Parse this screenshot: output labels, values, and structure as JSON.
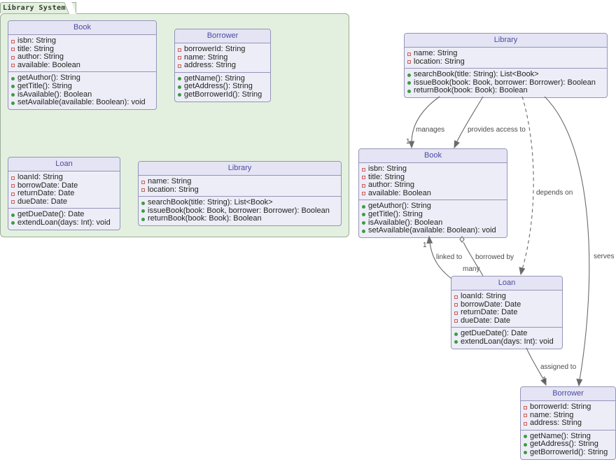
{
  "package": {
    "label": "Library System"
  },
  "classes": {
    "pkg_book": {
      "name": "Book",
      "attributes": [
        {
          "vis": "private",
          "text": "isbn: String"
        },
        {
          "vis": "private",
          "text": "title: String"
        },
        {
          "vis": "private",
          "text": "author: String"
        },
        {
          "vis": "private",
          "text": "available: Boolean"
        }
      ],
      "methods": [
        {
          "vis": "public",
          "text": "getAuthor(): String"
        },
        {
          "vis": "public",
          "text": "getTitle(): String"
        },
        {
          "vis": "public",
          "text": "isAvailable(): Boolean"
        },
        {
          "vis": "public",
          "text": "setAvailable(available: Boolean): void"
        }
      ]
    },
    "pkg_borrower": {
      "name": "Borrower",
      "attributes": [
        {
          "vis": "private",
          "text": "borrowerId: String"
        },
        {
          "vis": "private",
          "text": "name: String"
        },
        {
          "vis": "private",
          "text": "address: String"
        }
      ],
      "methods": [
        {
          "vis": "public",
          "text": "getName(): String"
        },
        {
          "vis": "public",
          "text": "getAddress(): String"
        },
        {
          "vis": "public",
          "text": "getBorrowerId(): String"
        }
      ]
    },
    "pkg_loan": {
      "name": "Loan",
      "attributes": [
        {
          "vis": "private",
          "text": "loanId: String"
        },
        {
          "vis": "private",
          "text": "borrowDate: Date"
        },
        {
          "vis": "private",
          "text": "returnDate: Date"
        },
        {
          "vis": "private",
          "text": "dueDate: Date"
        }
      ],
      "methods": [
        {
          "vis": "public",
          "text": "getDueDate(): Date"
        },
        {
          "vis": "public",
          "text": "extendLoan(days: Int): void"
        }
      ]
    },
    "pkg_library": {
      "name": "Library",
      "attributes": [
        {
          "vis": "private",
          "text": "name: String"
        },
        {
          "vis": "private",
          "text": "location: String"
        }
      ],
      "methods": [
        {
          "vis": "public",
          "text": "searchBook(title: String): List<Book>"
        },
        {
          "vis": "public",
          "text": "issueBook(book: Book, borrower: Borrower): Boolean"
        },
        {
          "vis": "public",
          "text": "returnBook(book: Book): Boolean"
        }
      ]
    },
    "rel_library": {
      "name": "Library",
      "attributes": [
        {
          "vis": "private",
          "text": "name: String"
        },
        {
          "vis": "private",
          "text": "location: String"
        }
      ],
      "methods": [
        {
          "vis": "public",
          "text": "searchBook(title: String): List<Book>"
        },
        {
          "vis": "public",
          "text": "issueBook(book: Book, borrower: Borrower): Boolean"
        },
        {
          "vis": "public",
          "text": "returnBook(book: Book): Boolean"
        }
      ]
    },
    "rel_book": {
      "name": "Book",
      "attributes": [
        {
          "vis": "private",
          "text": "isbn: String"
        },
        {
          "vis": "private",
          "text": "title: String"
        },
        {
          "vis": "private",
          "text": "author: String"
        },
        {
          "vis": "private",
          "text": "available: Boolean"
        }
      ],
      "methods": [
        {
          "vis": "public",
          "text": "getAuthor(): String"
        },
        {
          "vis": "public",
          "text": "getTitle(): String"
        },
        {
          "vis": "public",
          "text": "isAvailable(): Boolean"
        },
        {
          "vis": "public",
          "text": "setAvailable(available: Boolean): void"
        }
      ]
    },
    "rel_loan": {
      "name": "Loan",
      "attributes": [
        {
          "vis": "private",
          "text": "loanId: String"
        },
        {
          "vis": "private",
          "text": "borrowDate: Date"
        },
        {
          "vis": "private",
          "text": "returnDate: Date"
        },
        {
          "vis": "private",
          "text": "dueDate: Date"
        }
      ],
      "methods": [
        {
          "vis": "public",
          "text": "getDueDate(): Date"
        },
        {
          "vis": "public",
          "text": "extendLoan(days: Int): void"
        }
      ]
    },
    "rel_borrower": {
      "name": "Borrower",
      "attributes": [
        {
          "vis": "private",
          "text": "borrowerId: String"
        },
        {
          "vis": "private",
          "text": "name: String"
        },
        {
          "vis": "private",
          "text": "address: String"
        }
      ],
      "methods": [
        {
          "vis": "public",
          "text": "getName(): String"
        },
        {
          "vis": "public",
          "text": "getAddress(): String"
        },
        {
          "vis": "public",
          "text": "getBorrowerId(): String"
        }
      ]
    }
  },
  "edges": [
    {
      "id": "manages",
      "label": "manages",
      "multiplicity": "1",
      "style": "solid",
      "head": "arrow"
    },
    {
      "id": "provides-access-to",
      "label": "provides access to",
      "multiplicity": "",
      "style": "solid",
      "head": "arrow"
    },
    {
      "id": "depends-on",
      "label": "depends on",
      "multiplicity": "",
      "style": "dashed",
      "head": "arrow"
    },
    {
      "id": "serves",
      "label": "serves",
      "multiplicity": "",
      "style": "solid",
      "head": "arrow"
    },
    {
      "id": "linked-to",
      "label": "linked to",
      "multiplicity": "1",
      "style": "solid",
      "head": "arrow"
    },
    {
      "id": "borrowed-by",
      "label": "borrowed by",
      "multiplicity": "many",
      "style": "solid",
      "head": "diamond"
    },
    {
      "id": "assigned-to",
      "label": "assigned to",
      "multiplicity": "1",
      "style": "solid",
      "head": "arrow"
    }
  ],
  "colors": {
    "class_header": "#E0E0F0",
    "class_body": "#EDEDF8",
    "class_border": "#9494B8",
    "class_title_text": "#4B4BA3",
    "package_fill": "#E3F0DF",
    "package_border": "#9AAE97",
    "edge_stroke": "#6B6B6B",
    "private_marker": "#C9918F",
    "public_marker": "#3E9B3E"
  }
}
